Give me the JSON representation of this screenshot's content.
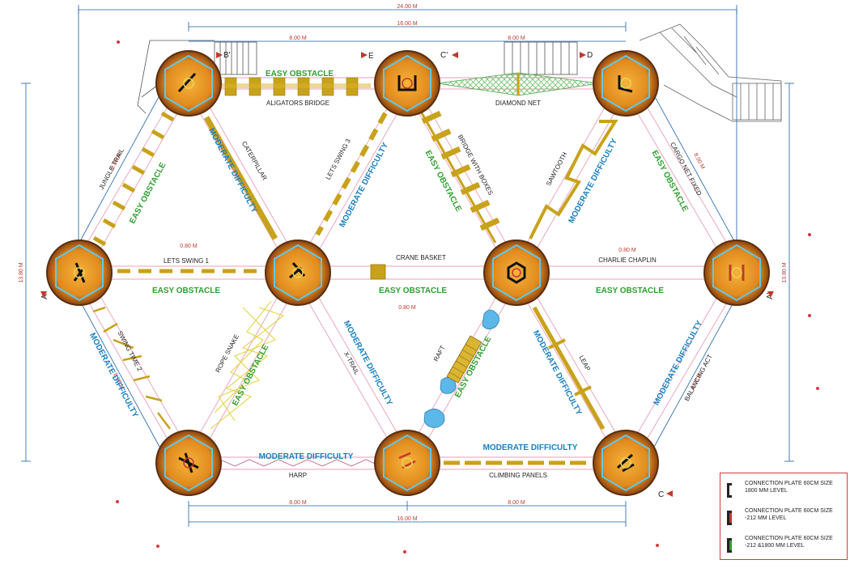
{
  "dimensions": {
    "overall_width": "24.00 M",
    "top_width": "16.00 M",
    "bottom_width": "16.00 M",
    "segment_8m": "8.00 M",
    "height": "13.80 M",
    "short_mark": "0.80 M"
  },
  "markers": {
    "b": "B'",
    "e": "E",
    "c_top": "C'",
    "d": "D",
    "a_left": "A",
    "a_right": "A'",
    "c_bottom": "C"
  },
  "difficulty": {
    "easy": "EASY OBSTACLE",
    "moderate": "MODERATE DIFFICULTY",
    "easy_color": "#2e9e2e",
    "moderate_color": "#1a7fc1"
  },
  "obstacles": {
    "aligators_bridge": "ALIGATORS BRIDGE",
    "diamond_net": "DIAMOND NET",
    "jungle_trail": "JUNGLE TRAIL",
    "caterpillar": "CATERPILLAR",
    "lets_swing_3": "LETS SWING 3",
    "bridge_with_boxes": "BRIDGE WITH BOXES",
    "sawtooth": "SAWTOOTH",
    "cargo_net_fixed": "CARGO NET FIXED",
    "lets_swing_1": "LETS SWING 1",
    "crane_basket": "CRANE BASKET",
    "charlie_chaplin": "CHARLIE CHAPLIN",
    "swing_time_2": "SWING TIME 2",
    "rope_snake": "ROPE SNAKE",
    "x_trail": "X-TRAIL",
    "raft": "RAFT",
    "leap": "LEAP",
    "balancing_act": "BALANCING ACT",
    "harp": "HARP",
    "climbing_panels": "CLIMBING PANELS"
  },
  "legend": {
    "items": [
      {
        "color": "#222222",
        "text": "CONNECTION PLATE 60CM SIZE 1800 MM LEVEL"
      },
      {
        "color": "#c0392b",
        "text": "CONNECTION PLATE 60CM SIZE -212 MM LEVEL"
      },
      {
        "color": "#2e9e2e",
        "text": "CONNECTION PLATE 60CM SIZE -212 &1800 MM LEVEL"
      }
    ]
  },
  "colors": {
    "post_fill": "#e08a1e",
    "post_ring": "#5a2d0c",
    "hex_outline": "#5fc8e8",
    "beam": "#c8a21a",
    "pink_line": "#e8a0b4",
    "dim_line": "#1a5fa8"
  }
}
